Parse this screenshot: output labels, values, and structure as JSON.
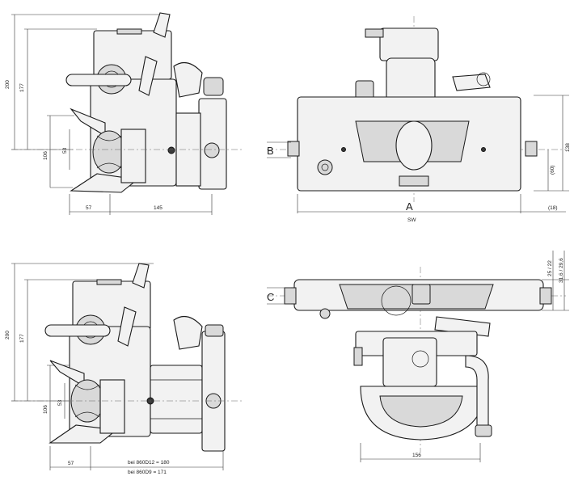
{
  "views": {
    "side_top": {
      "dim_200": "200",
      "dim_177": "177",
      "dim_53": "53",
      "dim_106": "106",
      "dim_57": "57",
      "dim_145": "145"
    },
    "front_top": {
      "label_a": "A",
      "label_sw": "SW",
      "label_b": "B",
      "dim_138": "138",
      "dim_60": "(60)",
      "dim_18": "(18)"
    },
    "side_bottom": {
      "dim_200": "200",
      "dim_177": "177",
      "dim_53": "53",
      "dim_106": "106",
      "dim_57": "57",
      "note_1": "bei 860D12 = 180",
      "note_2": "bei 860D9 = 171"
    },
    "top_bottom": {
      "label_c": "C",
      "dim_25_22": "25 / 22",
      "dim_31_29": "31,6 / 29,6",
      "dim_156": "156"
    }
  }
}
